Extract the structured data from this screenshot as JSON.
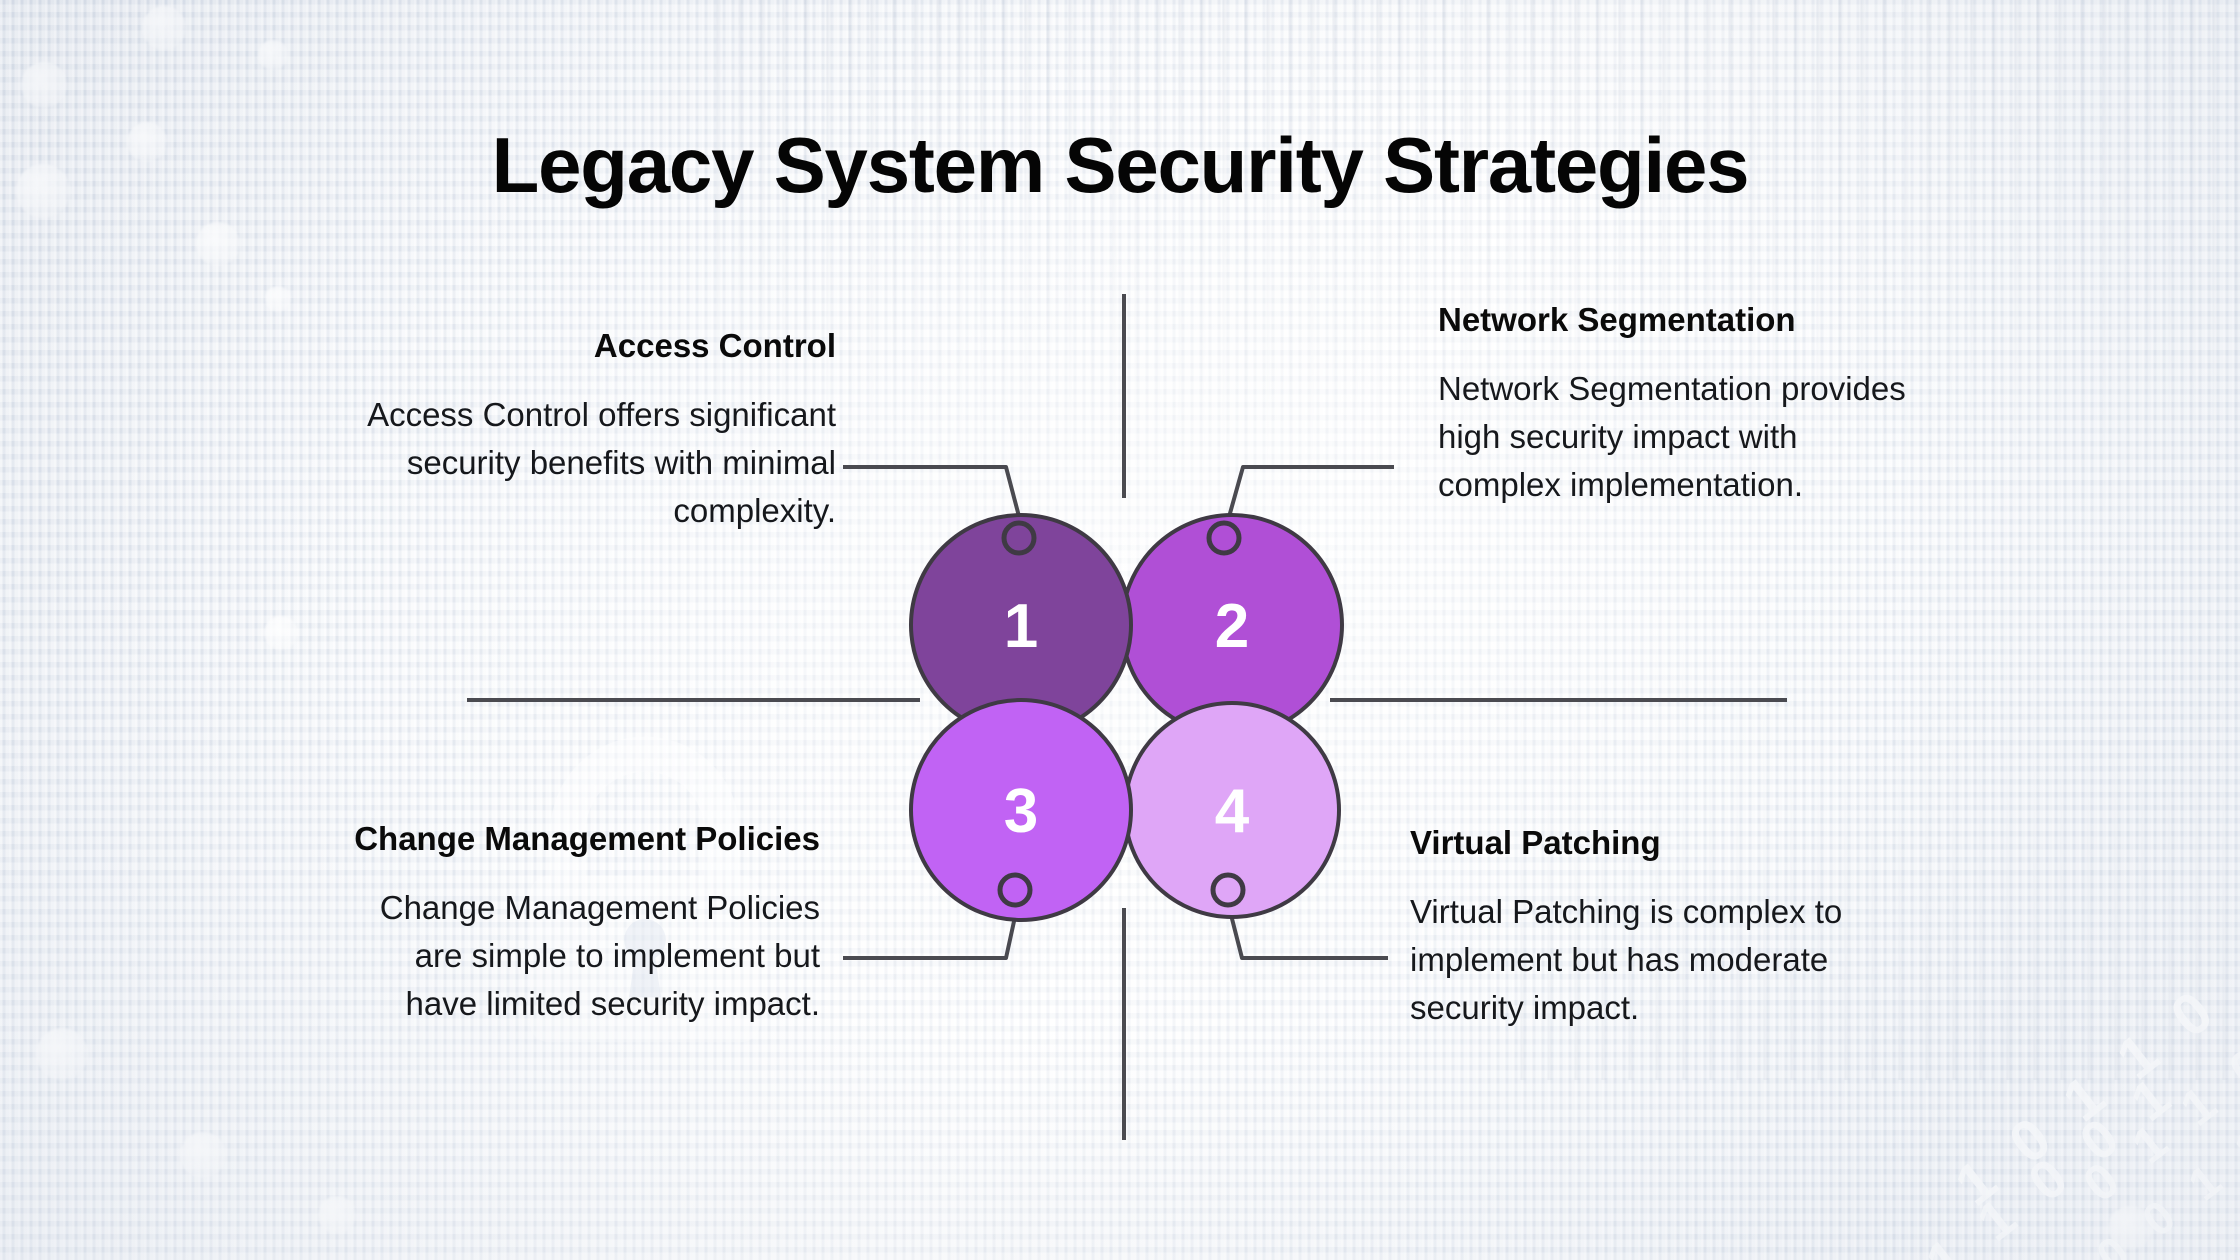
{
  "title": "Legacy System Security Strategies",
  "colors": {
    "circle1": "#7F449B",
    "circle2": "#B04FD6",
    "circle3": "#C163F4",
    "circle4": "#DFA6F7",
    "stroke": "#3f3a44",
    "line": "#4a4a50",
    "title_text": "#050505",
    "heading_text": "#0a0a0a",
    "body_text": "#16181c",
    "number_text": "#ffffff",
    "background": "#eef1f6"
  },
  "items": [
    {
      "number": "1",
      "heading": "Access Control",
      "description": "Access Control offers significant security benefits with minimal complexity.",
      "align": "right",
      "color": "#7F449B"
    },
    {
      "number": "2",
      "heading": "Network Segmentation",
      "description": "Network Segmentation provides high security impact with complex implementation.",
      "align": "left",
      "color": "#B04FD6"
    },
    {
      "number": "3",
      "heading": "Change Management Policies",
      "description": "Change Management Policies are simple to implement but have limited security impact.",
      "align": "right",
      "color": "#C163F4"
    },
    {
      "number": "4",
      "heading": "Virtual Patching",
      "description": "Virtual Patching is complex to implement but has moderate security impact.",
      "align": "left",
      "color": "#DFA6F7"
    }
  ],
  "background": {
    "watermark_icon": "padlock-icon",
    "binary_digits": [
      "1 0 1 1 0",
      "1 1 0 0 1",
      "0 1 1 0 0",
      "1 0 0 1 1"
    ]
  }
}
